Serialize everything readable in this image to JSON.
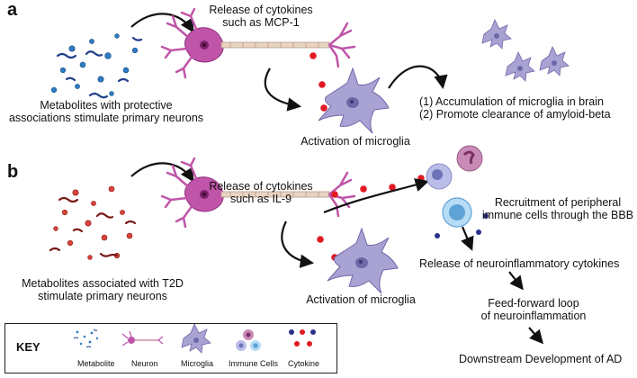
{
  "panel_a": {
    "label": "a",
    "metabolites_caption_line1": "Metabolites with protective",
    "metabolites_caption_line2": "associations stimulate primary neurons",
    "cytokine_release_line1": "Release of cytokines",
    "cytokine_release_line2": "such as MCP-1",
    "microglia_activation": "Activation of microglia",
    "outcome_line1": "(1) Accumulation of microglia in brain",
    "outcome_line2": "(2) Promote clearance of amyloid-beta"
  },
  "panel_b": {
    "label": "b",
    "metabolites_caption_line1": "Metabolites associated with T2D",
    "metabolites_caption_line2": "stimulate primary neurons",
    "cytokine_release_line1": "Release of cytokines",
    "cytokine_release_line2": "such as IL-9",
    "microglia_activation": "Activation of microglia",
    "recruitment_line1": "Recruitment of peripheral",
    "recruitment_line2": "immune cells through the BBB",
    "release_neuroinflammatory": "Release of neuroinflammatory cytokines",
    "feedforward_line1": "Feed-forward loop",
    "feedforward_line2": "of neuroinflammation",
    "downstream": "Downstream Development of AD"
  },
  "key": {
    "title": "KEY",
    "items": [
      "Metabolite",
      "Neuron",
      "Microglia",
      "Immune Cells",
      "Cytokine"
    ]
  },
  "colors": {
    "protective_metabolite": "#2e7bc4",
    "t2d_metabolite": "#c0392b",
    "neuron": "#c054a8",
    "microglia": "#a9a3d4",
    "cytokine_red": "#e01b24",
    "cytokine_blue": "#2b2f8c"
  }
}
